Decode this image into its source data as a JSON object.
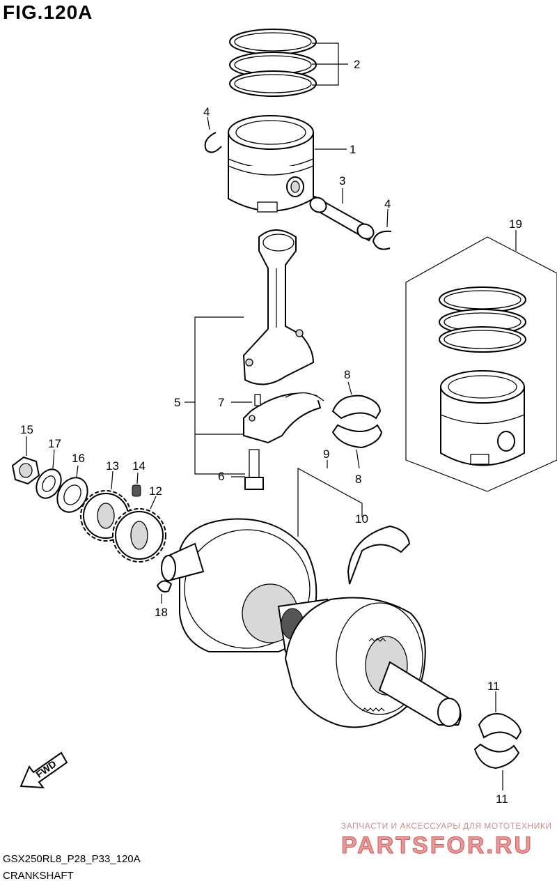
{
  "figure": {
    "title": "FIG.120A",
    "code": "GSX250RL8_P28_P33_120A",
    "name": "CRANKSHAFT",
    "fwd_label": "FWD"
  },
  "callouts": {
    "c1": "1",
    "c2": "2",
    "c3": "3",
    "c4a": "4",
    "c4b": "4",
    "c5": "5",
    "c6": "6",
    "c7": "7",
    "c8a": "8",
    "c8b": "8",
    "c9": "9",
    "c10": "10",
    "c11a": "11",
    "c11b": "11",
    "c12": "12",
    "c13": "13",
    "c14": "14",
    "c15": "15",
    "c16": "16",
    "c17": "17",
    "c18": "18",
    "c19": "19"
  },
  "watermark": {
    "tagline": "ЗАПЧАСТИ И АКСЕССУАРЫ ДЛЯ МОТОТЕХНИКИ",
    "logo_text": "PARTSFOR.RU",
    "color": "#d64545"
  }
}
